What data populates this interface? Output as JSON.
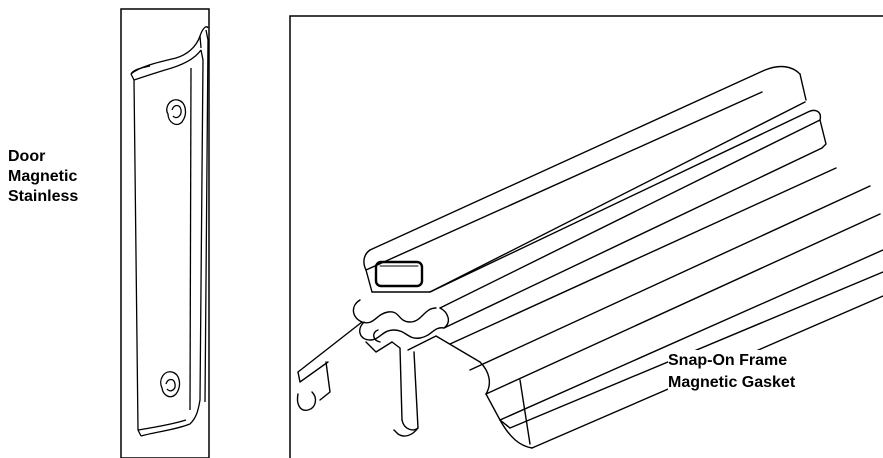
{
  "strip_label": {
    "line1": "Door",
    "line2": "Magnetic",
    "line3": "Stainless"
  },
  "gasket_label": {
    "line1": "Snap-On Frame",
    "line2": "Magnetic Gasket"
  }
}
